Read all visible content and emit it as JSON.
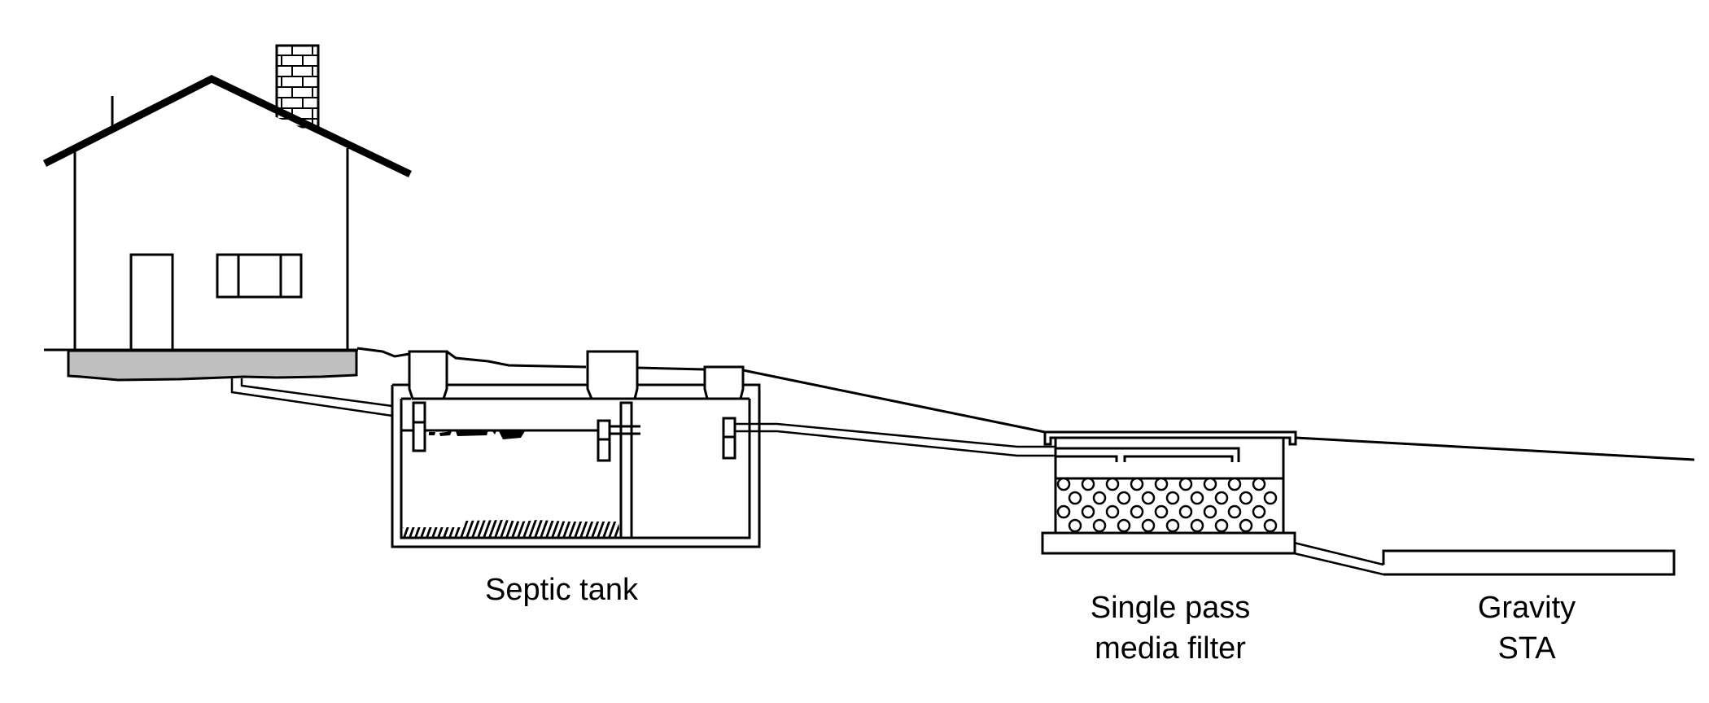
{
  "diagram": {
    "title": "Septic system with single pass media filter and gravity STA",
    "components": [
      {
        "id": "house",
        "label": ""
      },
      {
        "id": "septic_tank",
        "label": "Septic tank"
      },
      {
        "id": "media_filter",
        "label_line1": "Single pass",
        "label_line2": "media filter"
      },
      {
        "id": "gravity_sta",
        "label_line1": "Gravity",
        "label_line2": "STA"
      }
    ],
    "colors": {
      "line": "#000000",
      "foundation": "#c0c0c0",
      "background": "#ffffff"
    }
  },
  "labels": {
    "septic_tank": "Septic tank",
    "media_filter_line1": "Single pass",
    "media_filter_line2": "media filter",
    "gravity_sta_line1": "Gravity",
    "gravity_sta_line2": "STA"
  }
}
